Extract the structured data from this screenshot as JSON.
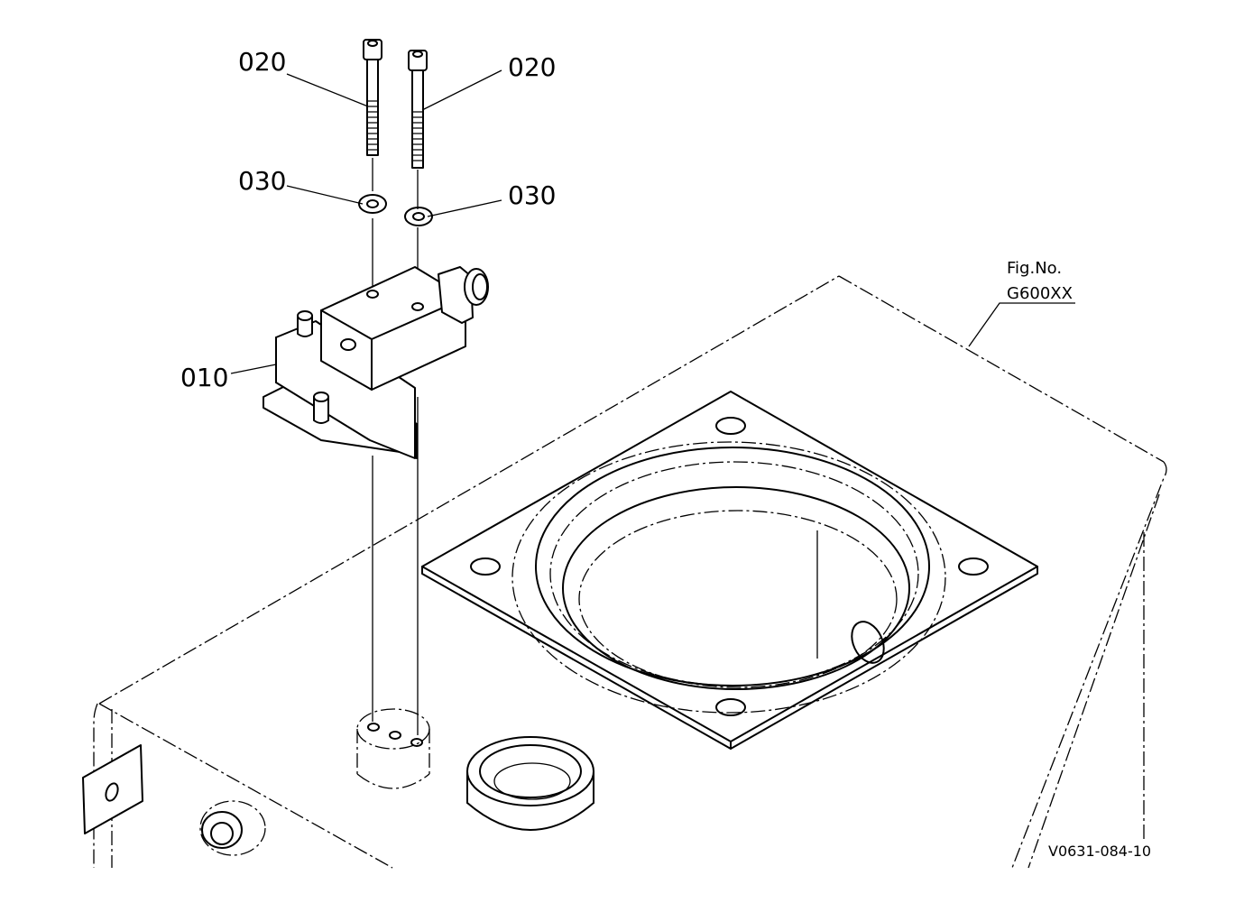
{
  "callouts": {
    "bolt_left": "020",
    "bolt_right": "020",
    "washer_left": "030",
    "washer_right": "030",
    "switch_assembly": "010"
  },
  "figure_ref": {
    "line1": "Fig.No.",
    "line2": "G600XX"
  },
  "drawing_number": "V0631-084-10"
}
